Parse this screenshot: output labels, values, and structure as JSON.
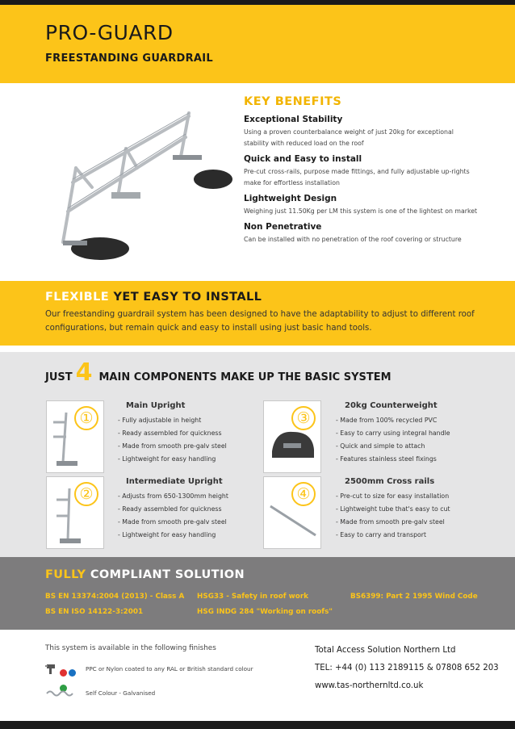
{
  "header": {
    "title": "PRO-GUARD",
    "subtitle": "FREESTANDING GUARDRAIL"
  },
  "key_benefits": {
    "title": "KEY BENEFITS",
    "items": [
      {
        "heading": "Exceptional Stability",
        "text": "Using a proven counterbalance weight of just 20kg for exceptional stability with reduced load on the roof"
      },
      {
        "heading": "Quick and Easy to install",
        "text": "Pre-cut cross-rails, purpose made fittings, and fully adjustable up-rights make for effortless installation"
      },
      {
        "heading": "Lightweight Design",
        "text": "Weighing just 11.50Kg per LM this system is one of the lightest on market"
      },
      {
        "heading": "Non Penetrative",
        "text": "Can be installed with no penetration of the roof covering or structure"
      }
    ]
  },
  "flexible": {
    "title_highlight": "FLEXIBLE",
    "title_rest": "YET EASY TO INSTALL",
    "text": "Our freestanding guardrail system has been designed to have the adaptability to adjust  to different roof configurations, but remain quick and easy to install using just basic hand tools."
  },
  "components": {
    "heading_pre": "JUST",
    "heading_num": "4",
    "heading_post": "MAIN COMPONENTS MAKE UP THE BASIC SYSTEM",
    "items": [
      {
        "number": "①",
        "title": "Main Upright",
        "points": [
          "-  Fully adjustable in height",
          "-  Ready assembled for quickness",
          "-  Made from smooth pre-galv steel",
          "-  Lightweight for easy handling"
        ]
      },
      {
        "number": "②",
        "title": "Intermediate Upright",
        "points": [
          "-  Adjusts from 650-1300mm height",
          "-  Ready assembled for quickness",
          "-  Made from smooth pre-galv steel",
          "-  Lightweight for easy handling"
        ]
      },
      {
        "number": "③",
        "title": "20kg Counterweight",
        "points": [
          "-  Made from 100% recycled PVC",
          "-  Easy to carry using integral handle",
          "-  Quick and simple to attach",
          "-  Features stainless steel fixings"
        ]
      },
      {
        "number": "④",
        "title": "2500mm Cross rails",
        "points": [
          "-  Pre-cut to size for easy installation",
          "-  Lightweight tube that's easy to cut",
          "-  Made from smooth pre-galv steel",
          "-  Easy to carry and transport"
        ]
      }
    ]
  },
  "compliant": {
    "title_highlight": "FULLY",
    "title_rest": "COMPLIANT SOLUTION",
    "standards": [
      "BS EN 13374:2004 (2013) - Class A",
      "HSG33 - Safety in roof work",
      "BS6399: Part 2 1995 Wind Code",
      "BS EN ISO 14122-3:2001",
      "HSG INDG 284 \"Working on roofs\""
    ]
  },
  "finishes": {
    "title": "This system is available in the following finishes",
    "options": [
      "PPC  or Nylon coated to any RAL or British standard colour",
      "Self Colour - Galvanised"
    ]
  },
  "contact": {
    "company": "Total Access Solution Northern Ltd",
    "tel": "TEL: +44 (0) 113 2189115 & 07808 652 203",
    "web": "www.tas-northernltd.co.uk"
  },
  "colors": {
    "accent": "#fcc419",
    "dark": "#1a1a1a",
    "grey_band": "#7d7c7d",
    "light_band": "#e5e5e6"
  }
}
